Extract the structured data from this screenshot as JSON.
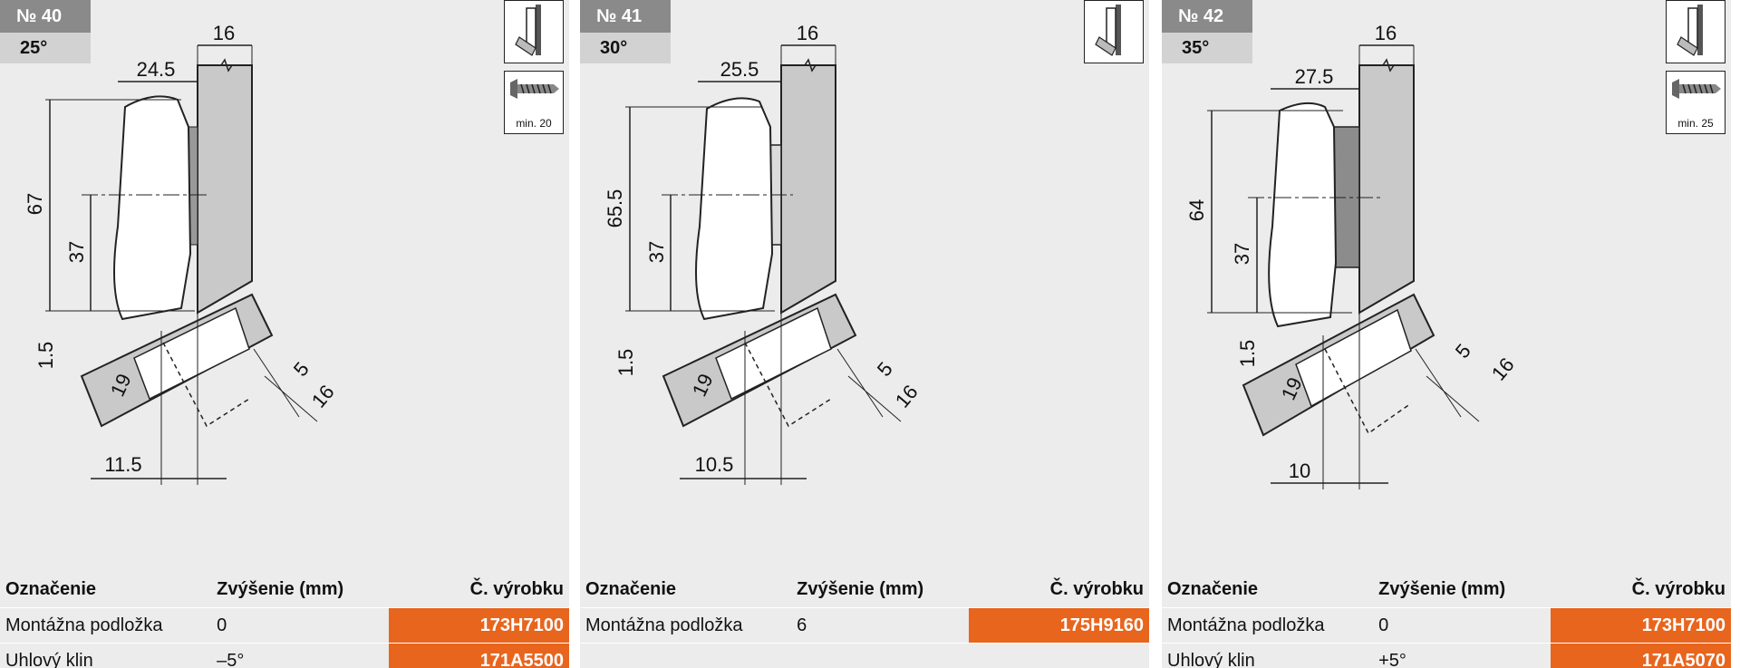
{
  "headers": {
    "designation": "Označenie",
    "raise": "Zvýšenie (mm)",
    "code": "Č. výrobku"
  },
  "panels": [
    {
      "number": "№ 40",
      "angle": "25°",
      "screw": "min. 20",
      "dims": {
        "thickness": "16",
        "cup_offset": "24.5",
        "height_total": "67",
        "height_center": "37",
        "gap": "1.5",
        "door": "19",
        "edge_a": "5",
        "edge_b": "16",
        "offset": "11.5"
      },
      "rows": [
        {
          "name": "Montážna podložka",
          "raise": "0",
          "code": "173H7100"
        },
        {
          "name": "Uhlový klin",
          "raise": "–5°",
          "code": "171A5500"
        }
      ]
    },
    {
      "number": "№ 41",
      "angle": "30°",
      "screw": "",
      "dims": {
        "thickness": "16",
        "cup_offset": "25.5",
        "height_total": "65.5",
        "height_center": "37",
        "gap": "1.5",
        "door": "19",
        "edge_a": "5",
        "edge_b": "16",
        "offset": "10.5"
      },
      "rows": [
        {
          "name": "Montážna podložka",
          "raise": "6",
          "code": "175H9160"
        },
        {
          "name": "",
          "raise": "",
          "code": ""
        }
      ]
    },
    {
      "number": "№ 42",
      "angle": "35°",
      "screw": "min. 25",
      "dims": {
        "thickness": "16",
        "cup_offset": "27.5",
        "height_total": "64",
        "height_center": "37",
        "gap": "1.5",
        "door": "19",
        "edge_a": "5",
        "edge_b": "16",
        "offset": "10"
      },
      "rows": [
        {
          "name": "Montážna podložka",
          "raise": "0",
          "code": "173H7100"
        },
        {
          "name": "Uhlový klin",
          "raise": "+5°",
          "code": "171A5070"
        }
      ]
    }
  ],
  "colors": {
    "accent": "#e8651e",
    "badge_dark": "#8a8a8a",
    "badge_light": "#d2d2d2",
    "panel_bg": "#ececec"
  }
}
